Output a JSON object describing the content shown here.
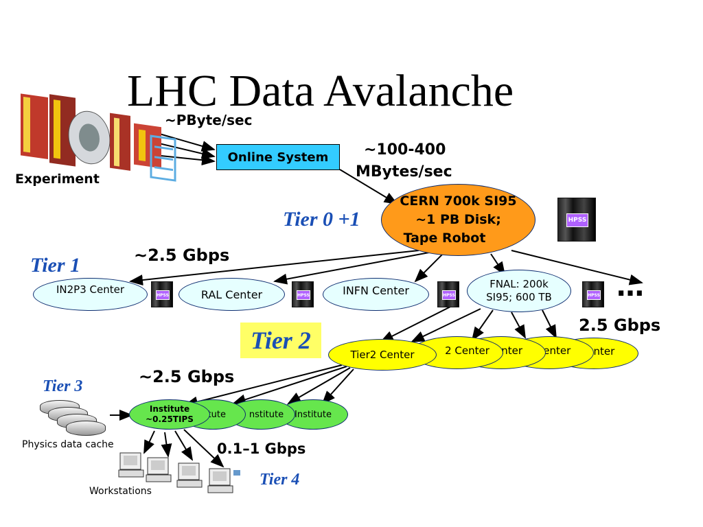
{
  "title": "LHC Data Avalanche",
  "experiment": {
    "label": "Experiment",
    "rate": "~PByte/sec"
  },
  "online_system": {
    "label": "Online System",
    "rate_line1": "~100-400",
    "rate_line2": "MBytes/sec"
  },
  "cern": {
    "line1": "CERN 700k SI95",
    "line2": "~1 PB Disk;",
    "line3": "Tape Robot",
    "tier_label": "Tier 0 +1",
    "hpss_label": "HPSS"
  },
  "tier1": {
    "label": "Tier 1",
    "link_rate": "~2.5 Gbps",
    "centers": [
      "IN2P3 Center",
      "RAL Center",
      "INFN Center"
    ],
    "fnal_line1": "FNAL: 200k",
    "fnal_line2": "SI95; 600 TB",
    "more": "…",
    "hpss_label": "HPSS"
  },
  "tier2": {
    "label": "Tier 2",
    "link_rate": "2.5 Gbps",
    "front_center": "Tier2 Center",
    "back_centers": [
      "2 Center",
      "enter",
      "Center",
      "Center"
    ]
  },
  "tier3": {
    "label": "Tier 3",
    "link_rate": "~2.5 Gbps",
    "front_line1": "Institute",
    "front_line2": "~0.25TIPS",
    "back_institutes": [
      "itute",
      "nstitute",
      "Institute"
    ],
    "cache_label": "Physics data cache"
  },
  "tier4": {
    "label": "Tier 4",
    "link_rate": "0.1–1 Gbps",
    "workstations_label": "Workstations"
  },
  "colors": {
    "cyan": "#33ccff",
    "orange": "#ff9a1a",
    "lightcyan": "#e6ffff",
    "yellow": "#ffff00",
    "green": "#66e64d",
    "tierblue": "#1a4fb5"
  }
}
